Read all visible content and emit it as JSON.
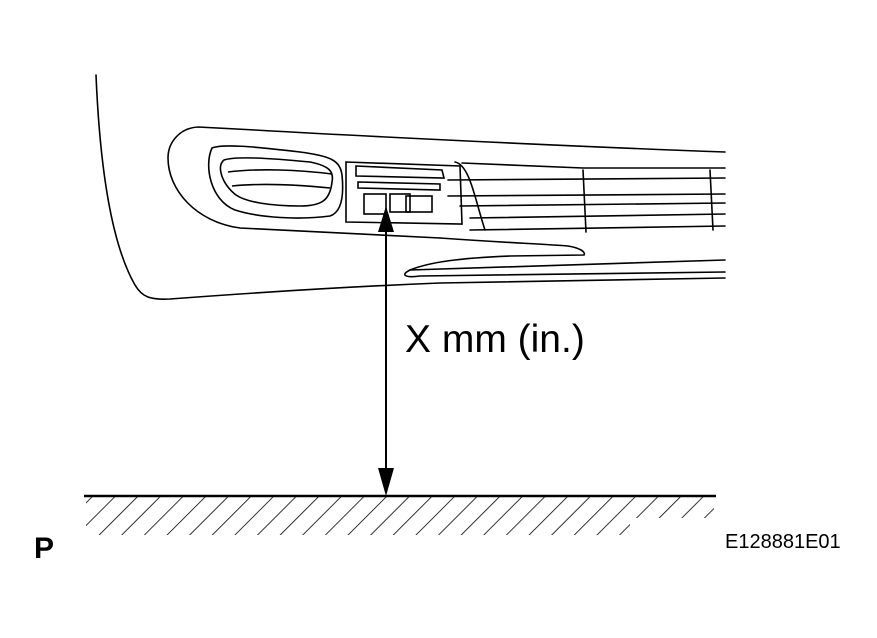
{
  "labels": {
    "measurement": "X mm (in.)",
    "view_letter": "P",
    "figure_code": "E128881E01"
  },
  "colors": {
    "line": "#000000",
    "background": "#ffffff"
  }
}
